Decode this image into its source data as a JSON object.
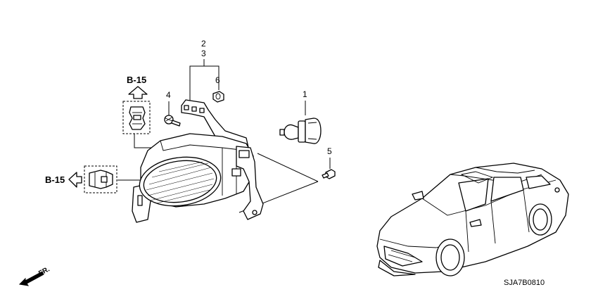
{
  "diagram": {
    "callouts": {
      "c1": "1",
      "c2": "2",
      "c3": "3",
      "c4": "4",
      "c5": "5",
      "c6": "6"
    },
    "references": {
      "top": "B-15",
      "left": "B-15"
    },
    "direction_label": "FR.",
    "drawing_code": "SJA7B0810"
  }
}
